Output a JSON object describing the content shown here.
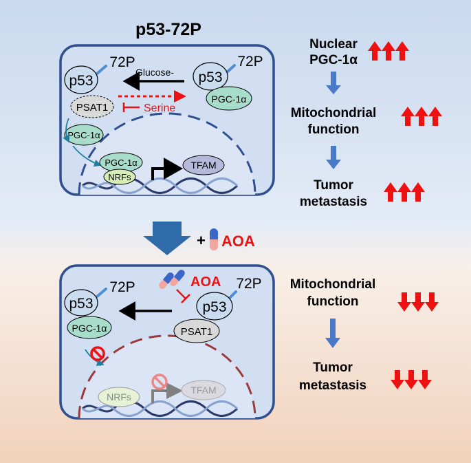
{
  "colors": {
    "cell_border": "#2f4f8f",
    "cell_fill": "#d2dff2",
    "nucleus_dash_top": "#2f4f8f",
    "nucleus_dash_bottom": "#9a3a3a",
    "protein_blue": "#c9dcf0",
    "protein_teal": "#a8dccb",
    "psat1": "#d9d9d9",
    "nrfs": "#d8ecb8",
    "tfam": "#b6b9d9",
    "red": "#ee1111",
    "flow_arrow": "#4a79c8",
    "big_arrow": "#2e6ba8"
  },
  "top_panel": {
    "title": "p53-72P",
    "p53_left": "p53",
    "tag_72p_left": "72P",
    "psat1": "PSAT1",
    "p53_right": "p53",
    "tag_72p_right": "72P",
    "pgc_right": "PGC-1α",
    "glucose_label": "Glucose-",
    "serine_label": "Serine",
    "pgc_cyto": "PGC-1α",
    "pgc_nuc": "PGC-1α",
    "nrfs": "NRFs",
    "tfam": "TFAM"
  },
  "top_flow": {
    "item1": [
      "Nuclear",
      "PGC-1α"
    ],
    "item2": [
      "Mitochondrial",
      "function"
    ],
    "item3": [
      "Tumor",
      "metastasis"
    ]
  },
  "middle": {
    "plus": "+",
    "aoa": "AOA"
  },
  "bottom_panel": {
    "aoa": "AOA",
    "p53_left": "p53",
    "tag_72p_left": "72P",
    "pgc_left": "PGC-1α",
    "p53_right": "p53",
    "tag_72p_right": "72P",
    "psat1": "PSAT1",
    "nrfs": "NRFs",
    "tfam": "TFAM"
  },
  "bottom_flow": {
    "item1": [
      "Mitochondrial",
      "function"
    ],
    "item2": [
      "Tumor",
      "metastasis"
    ]
  },
  "icons": {
    "up_arrows": "triple-up-arrow-icon",
    "down_arrows": "triple-down-arrow-icon",
    "inhibit": "no-entry-icon",
    "capsule": "capsule-icon"
  }
}
